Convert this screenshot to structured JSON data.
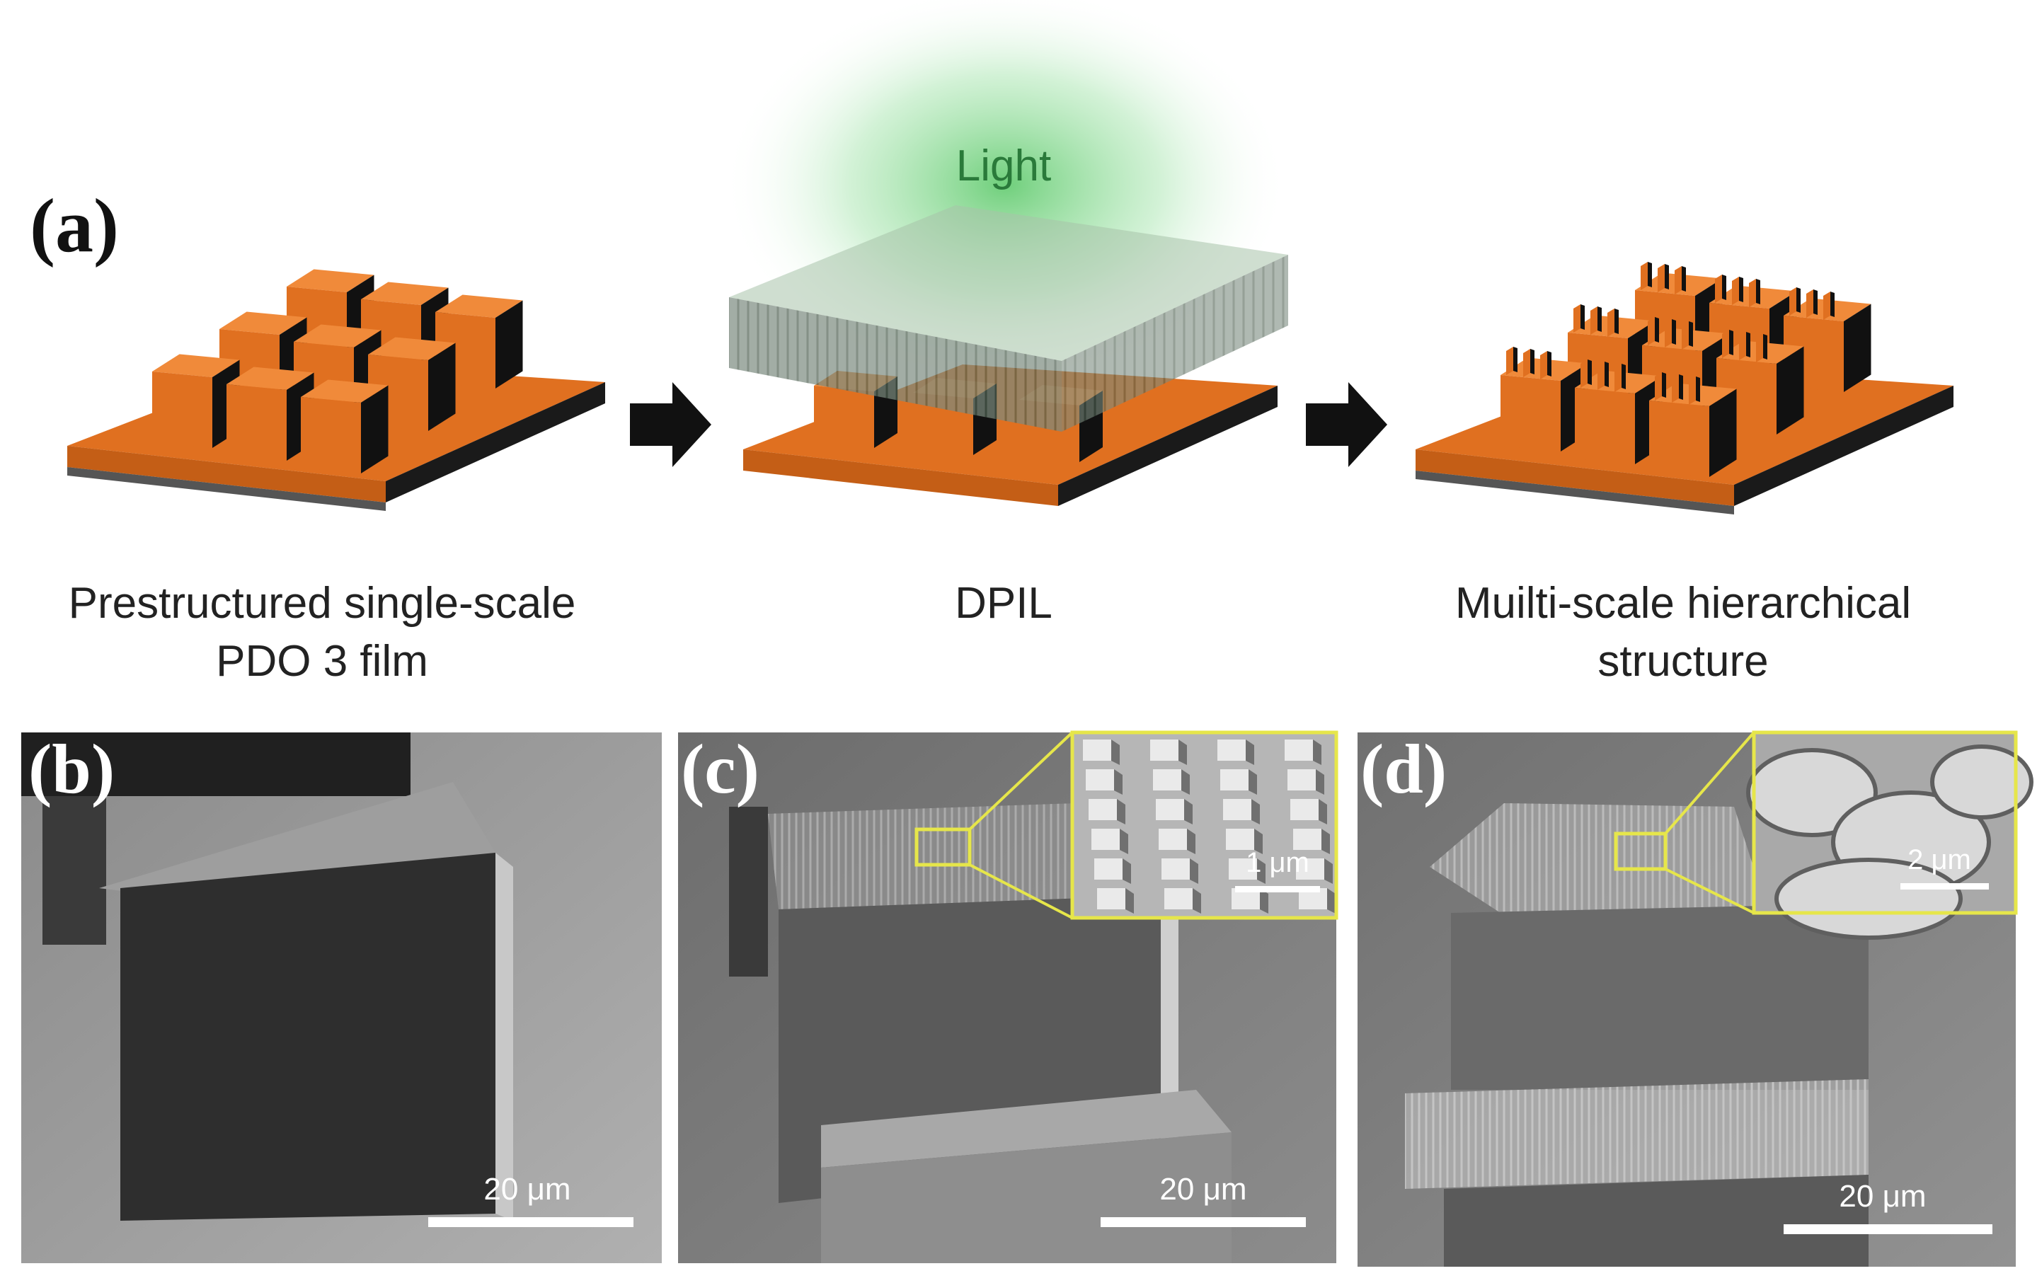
{
  "panels": {
    "a": {
      "label": "(a)"
    },
    "b": {
      "label": "(b)",
      "scale": "20 μm"
    },
    "c": {
      "label": "(c)",
      "scale": "20 μm",
      "inset_scale": "1 μm"
    },
    "d": {
      "label": "(d)",
      "scale": "20 μm",
      "inset_scale": "2 μm"
    }
  },
  "light_label": "Light",
  "steps": [
    {
      "line1": "Prestructured single-scale",
      "line2": "PDO 3 film"
    },
    {
      "line1": "DPIL",
      "line2": ""
    },
    {
      "line1": "Muilti-scale hierarchical",
      "line2": "structure"
    }
  ],
  "colors": {
    "orange": "#e07020",
    "orange_dark": "#a8480c",
    "light_green": "#3aa84a",
    "inset_border": "#e6e64a"
  }
}
